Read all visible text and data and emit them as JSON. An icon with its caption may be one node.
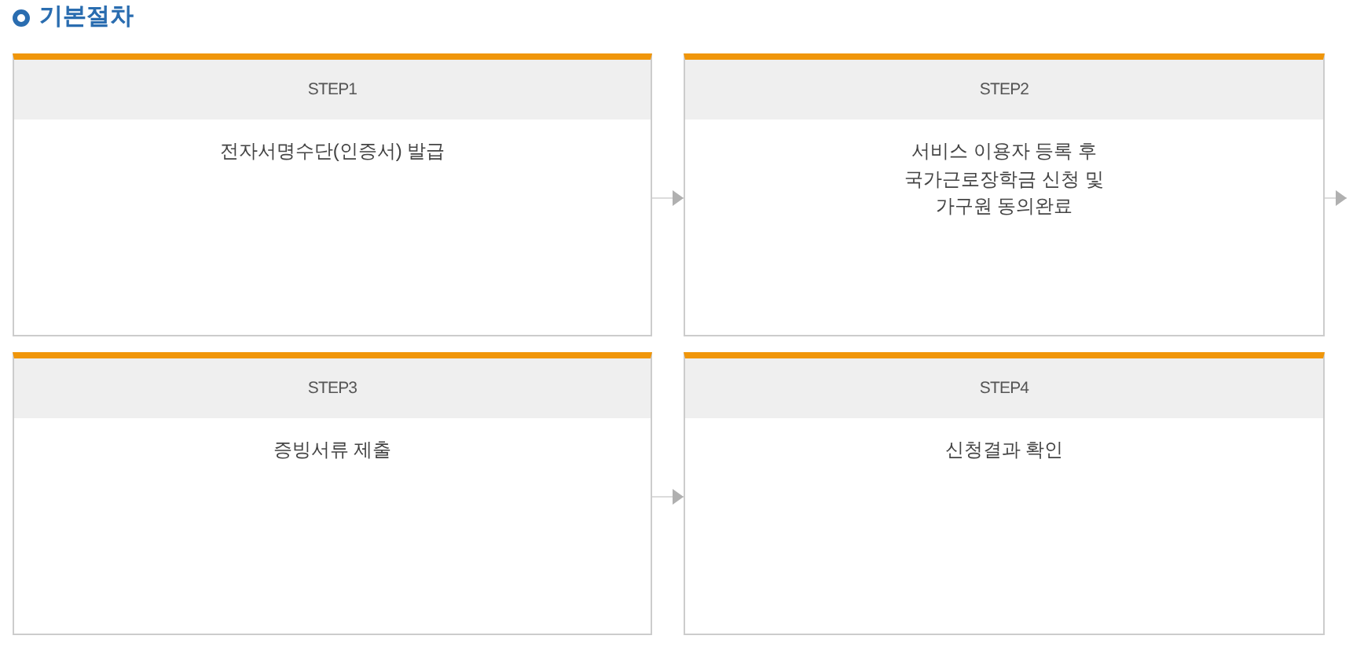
{
  "diagram": {
    "title": "기본절차",
    "nodes": [
      {
        "text": [
          "STEP1",
          "전자서명수단(인증서) 발급"
        ]
      },
      {
        "text": [
          "STEP2",
          "서비스 이용자 등록 후 국가근로장학금 신청 및 가구원 동의완료"
        ]
      },
      {
        "text": [
          "STEP3",
          "증빙서류 제출"
        ]
      },
      {
        "text": [
          "STEP4",
          "신청결과 확인"
        ]
      }
    ],
    "edges": [
      {
        "from": 0,
        "to": 1,
        "arrow": "to"
      },
      {
        "from": 1,
        "to": null,
        "arrow": "to"
      },
      {
        "from": 2,
        "to": 3,
        "arrow": "to"
      }
    ]
  }
}
